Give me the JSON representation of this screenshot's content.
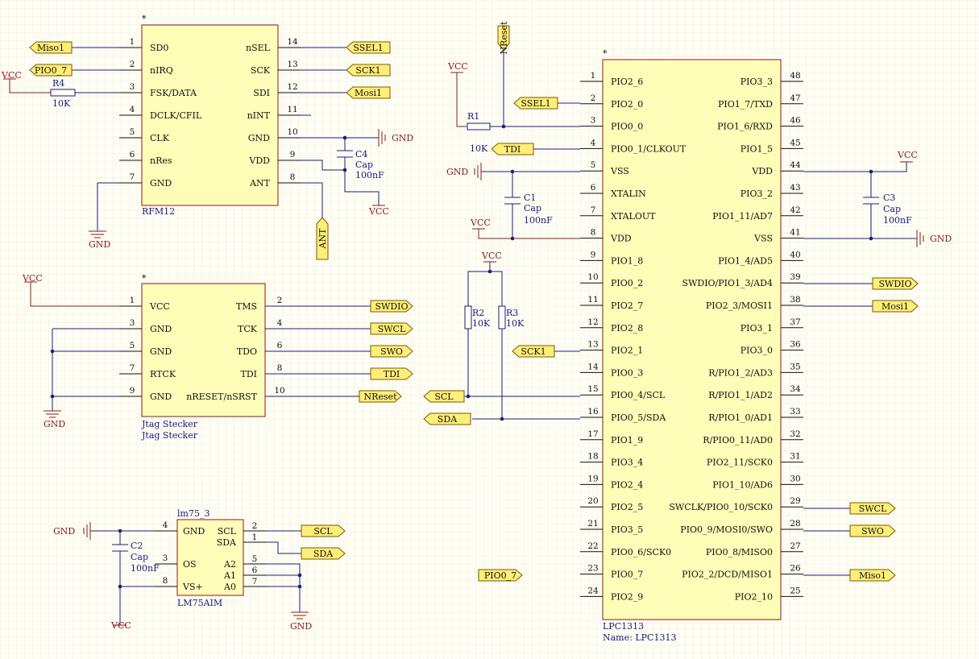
{
  "components": {
    "rfm12": {
      "ref": "RFM12",
      "left_pins": [
        {
          "num": "1",
          "name": "SD0"
        },
        {
          "num": "2",
          "name": "nIRQ"
        },
        {
          "num": "3",
          "name": "FSK/DATA"
        },
        {
          "num": "4",
          "name": "DCLK/CFIL"
        },
        {
          "num": "5",
          "name": "CLK"
        },
        {
          "num": "6",
          "name": "nRes"
        },
        {
          "num": "7",
          "name": "GND"
        }
      ],
      "right_pins": [
        {
          "num": "14",
          "name": "nSEL"
        },
        {
          "num": "13",
          "name": "SCK"
        },
        {
          "num": "12",
          "name": "SDI"
        },
        {
          "num": "11",
          "name": "nINT"
        },
        {
          "num": "10",
          "name": "GND"
        },
        {
          "num": "9",
          "name": "VDD"
        },
        {
          "num": "8",
          "name": "ANT"
        }
      ]
    },
    "jtag": {
      "ref": "Jtag Stecker",
      "value": "Jtag Stecker",
      "left_pins": [
        {
          "num": "1",
          "name": "VCC"
        },
        {
          "num": "3",
          "name": "GND"
        },
        {
          "num": "5",
          "name": "GND"
        },
        {
          "num": "7",
          "name": "RTCK"
        },
        {
          "num": "9",
          "name": "GND"
        }
      ],
      "right_pins": [
        {
          "num": "2",
          "name": "TMS"
        },
        {
          "num": "4",
          "name": "TCK"
        },
        {
          "num": "6",
          "name": "TDO"
        },
        {
          "num": "8",
          "name": "TDI"
        },
        {
          "num": "10",
          "name": "nRESET/nSRST"
        }
      ]
    },
    "lm75": {
      "ref": "lm75_3",
      "value": "LM75AIM",
      "left_pins": [
        {
          "num": "4",
          "name": "GND"
        },
        {
          "num": "3",
          "name": "OS"
        },
        {
          "num": "8",
          "name": "VS+"
        }
      ],
      "right_pins": [
        {
          "num": "2",
          "name": "SCL"
        },
        {
          "num": "1",
          "name": "SDA"
        },
        {
          "num": "5",
          "name": "A2"
        },
        {
          "num": "6",
          "name": "A1"
        },
        {
          "num": "7",
          "name": "A0"
        }
      ]
    },
    "lpc1313": {
      "ref": "LPC1313",
      "value": "Name: LPC1313",
      "left_pins": [
        {
          "num": "1",
          "name": "PIO2_6"
        },
        {
          "num": "2",
          "name": "PIO2_0"
        },
        {
          "num": "3",
          "name": "PIO0_0"
        },
        {
          "num": "4",
          "name": "PIO0_1/CLKOUT"
        },
        {
          "num": "5",
          "name": "VSS"
        },
        {
          "num": "6",
          "name": "XTALIN"
        },
        {
          "num": "7",
          "name": "XTALOUT"
        },
        {
          "num": "8",
          "name": "VDD"
        },
        {
          "num": "9",
          "name": "PIO1_8"
        },
        {
          "num": "10",
          "name": "PIO0_2"
        },
        {
          "num": "11",
          "name": "PIO2_7"
        },
        {
          "num": "12",
          "name": "PIO2_8"
        },
        {
          "num": "13",
          "name": "PIO2_1"
        },
        {
          "num": "14",
          "name": "PIO0_3"
        },
        {
          "num": "15",
          "name": "PIO0_4/SCL"
        },
        {
          "num": "16",
          "name": "PIO0_5/SDA"
        },
        {
          "num": "17",
          "name": "PIO1_9"
        },
        {
          "num": "18",
          "name": "PIO3_4"
        },
        {
          "num": "19",
          "name": "PIO2_4"
        },
        {
          "num": "20",
          "name": "PIO2_5"
        },
        {
          "num": "21",
          "name": "PIO3_5"
        },
        {
          "num": "22",
          "name": "PIO0_6/SCK0"
        },
        {
          "num": "23",
          "name": "PIO0_7"
        },
        {
          "num": "24",
          "name": "PIO2_9"
        }
      ],
      "right_pins": [
        {
          "num": "48",
          "name": "PIO3_3"
        },
        {
          "num": "47",
          "name": "PIO1_7/TXD"
        },
        {
          "num": "46",
          "name": "PIO1_6/RXD"
        },
        {
          "num": "45",
          "name": "PIO1_5"
        },
        {
          "num": "44",
          "name": "VDD"
        },
        {
          "num": "43",
          "name": "PIO3_2"
        },
        {
          "num": "42",
          "name": "PIO1_11/AD7"
        },
        {
          "num": "41",
          "name": "VSS"
        },
        {
          "num": "40",
          "name": "PIO1_4/AD5"
        },
        {
          "num": "39",
          "name": "SWDIO/PIO1_3/AD4"
        },
        {
          "num": "38",
          "name": "PIO2_3/MOSI1"
        },
        {
          "num": "37",
          "name": "PIO3_1"
        },
        {
          "num": "36",
          "name": "PIO3_0"
        },
        {
          "num": "35",
          "name": "R/PIO1_2/AD3"
        },
        {
          "num": "34",
          "name": "R/PIO1_1/AD2"
        },
        {
          "num": "33",
          "name": "R/PIO1_0/AD1"
        },
        {
          "num": "32",
          "name": "R/PIO0_11/AD0"
        },
        {
          "num": "31",
          "name": "PIO2_11/SCK0"
        },
        {
          "num": "30",
          "name": "PIO1_10/AD6"
        },
        {
          "num": "29",
          "name": "SWCLK/PIO0_10/SCK0"
        },
        {
          "num": "28",
          "name": "PIO0_9/MOSI0/SWO"
        },
        {
          "num": "27",
          "name": "PIO0_8/MISO0"
        },
        {
          "num": "26",
          "name": "PIO2_2/DCD/MISO1"
        },
        {
          "num": "25",
          "name": "PIO2_10"
        }
      ]
    }
  },
  "passives": {
    "r4": {
      "ref": "R4",
      "value": "10K"
    },
    "r1": {
      "ref": "R1",
      "value": "10K"
    },
    "r2": {
      "ref": "R2",
      "value": "10K"
    },
    "r3": {
      "ref": "R3",
      "value": "10K"
    },
    "c1": {
      "ref": "C1",
      "type": "Cap",
      "value": "100nF"
    },
    "c2": {
      "ref": "C2",
      "type": "Cap",
      "value": "100nF"
    },
    "c3": {
      "ref": "C3",
      "type": "Cap",
      "value": "100nF"
    },
    "c4": {
      "ref": "C4",
      "type": "Cap",
      "value": "100nF"
    }
  },
  "ports": {
    "miso1_rfm": "Miso1",
    "pio0_7_rfm": "PIO0_7",
    "ssel1_rfm": "SSEL1",
    "sck1_rfm": "SCK1",
    "mosi1_rfm": "Mosi1",
    "ant": "ANT",
    "nreset_top": "NReset",
    "swdio_jtag": "SWDIO",
    "swcl_jtag": "SWCL",
    "swo_jtag": "SWO",
    "tdi_jtag": "TDI",
    "nreset_jtag": "NReset",
    "scl_lm75": "SCL",
    "sda_lm75": "SDA",
    "ssel1_lpc": "SSEL1",
    "tdi_lpc": "TDI",
    "sck1_lpc": "SCK1",
    "scl_lpc": "SCL",
    "sda_lpc": "SDA",
    "pio0_7_lpc": "PIO0_7",
    "swdio_lpc": "SWDIO",
    "mosi1_lpc": "Mosi1",
    "swcl_lpc": "SWCL",
    "swo_lpc": "SWO",
    "miso1_lpc": "Miso1"
  },
  "power": {
    "vcc": "VCC",
    "gnd": "GND"
  },
  "colors": {
    "background": "#fdfdf4",
    "body": "#fffeb8",
    "port": "#ffee77",
    "wire": "#1e1e78",
    "net": "#8b1a1a"
  }
}
